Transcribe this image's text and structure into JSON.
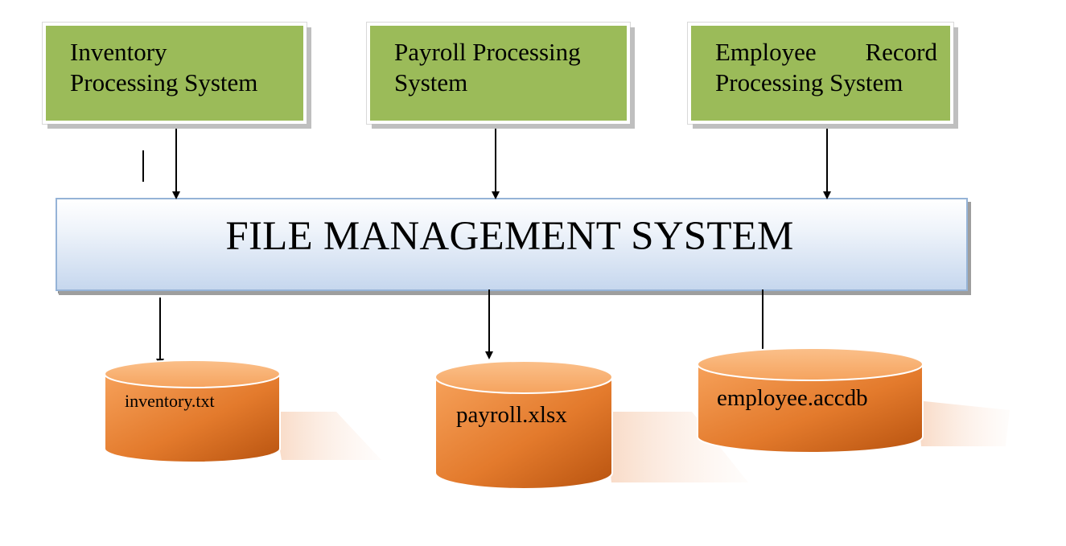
{
  "diagram": {
    "applications": [
      {
        "line1": "Inventory",
        "line2": "Processing System"
      },
      {
        "line1": "Payroll Processing",
        "line2": "System"
      },
      {
        "line1": "Employee Record",
        "line1_words": [
          "Employee",
          "Record"
        ],
        "line2": "Processing System"
      }
    ],
    "file_management_system": "FILE MANAGEMENT SYSTEM",
    "data_files": [
      {
        "name": "inventory.txt"
      },
      {
        "name": "payroll.xlsx"
      },
      {
        "name": "employee.accdb"
      }
    ],
    "colors": {
      "application_box": "#9bbb59",
      "fms_border": "#95b3d7",
      "fms_fill_bottom": "#c6d7ee",
      "cylinder_top": "#f8b273",
      "cylinder_body": "#e46c0a",
      "cylinder_shadow": "#fbe6d8",
      "arrow": "#000000"
    }
  }
}
